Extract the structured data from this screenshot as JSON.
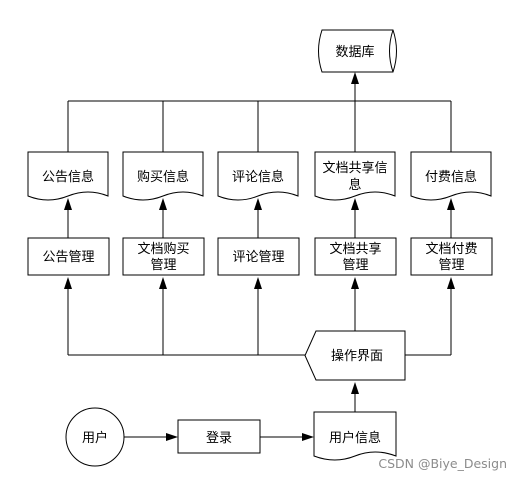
{
  "diagram": {
    "database": "数据库",
    "documents": {
      "announcement_info": "公告信息",
      "purchase_info": "购买信息",
      "comment_info": "评论信息",
      "doc_share_info_line1": "文档共享信",
      "doc_share_info_line2": "息",
      "payment_info": "付费信息",
      "user_info": "用户信息"
    },
    "processes": {
      "announcement_mgmt": "公告管理",
      "doc_purchase_mgmt_line1": "文档购买",
      "doc_purchase_mgmt_line2": "管理",
      "comment_mgmt": "评论管理",
      "doc_share_mgmt_line1": "文档共享",
      "doc_share_mgmt_line2": "管理",
      "doc_payment_mgmt_line1": "文档付费",
      "doc_payment_mgmt_line2": "管理",
      "login": "登录"
    },
    "display": "操作界面",
    "user": "用户"
  },
  "watermark": "CSDN @Biye_Design"
}
